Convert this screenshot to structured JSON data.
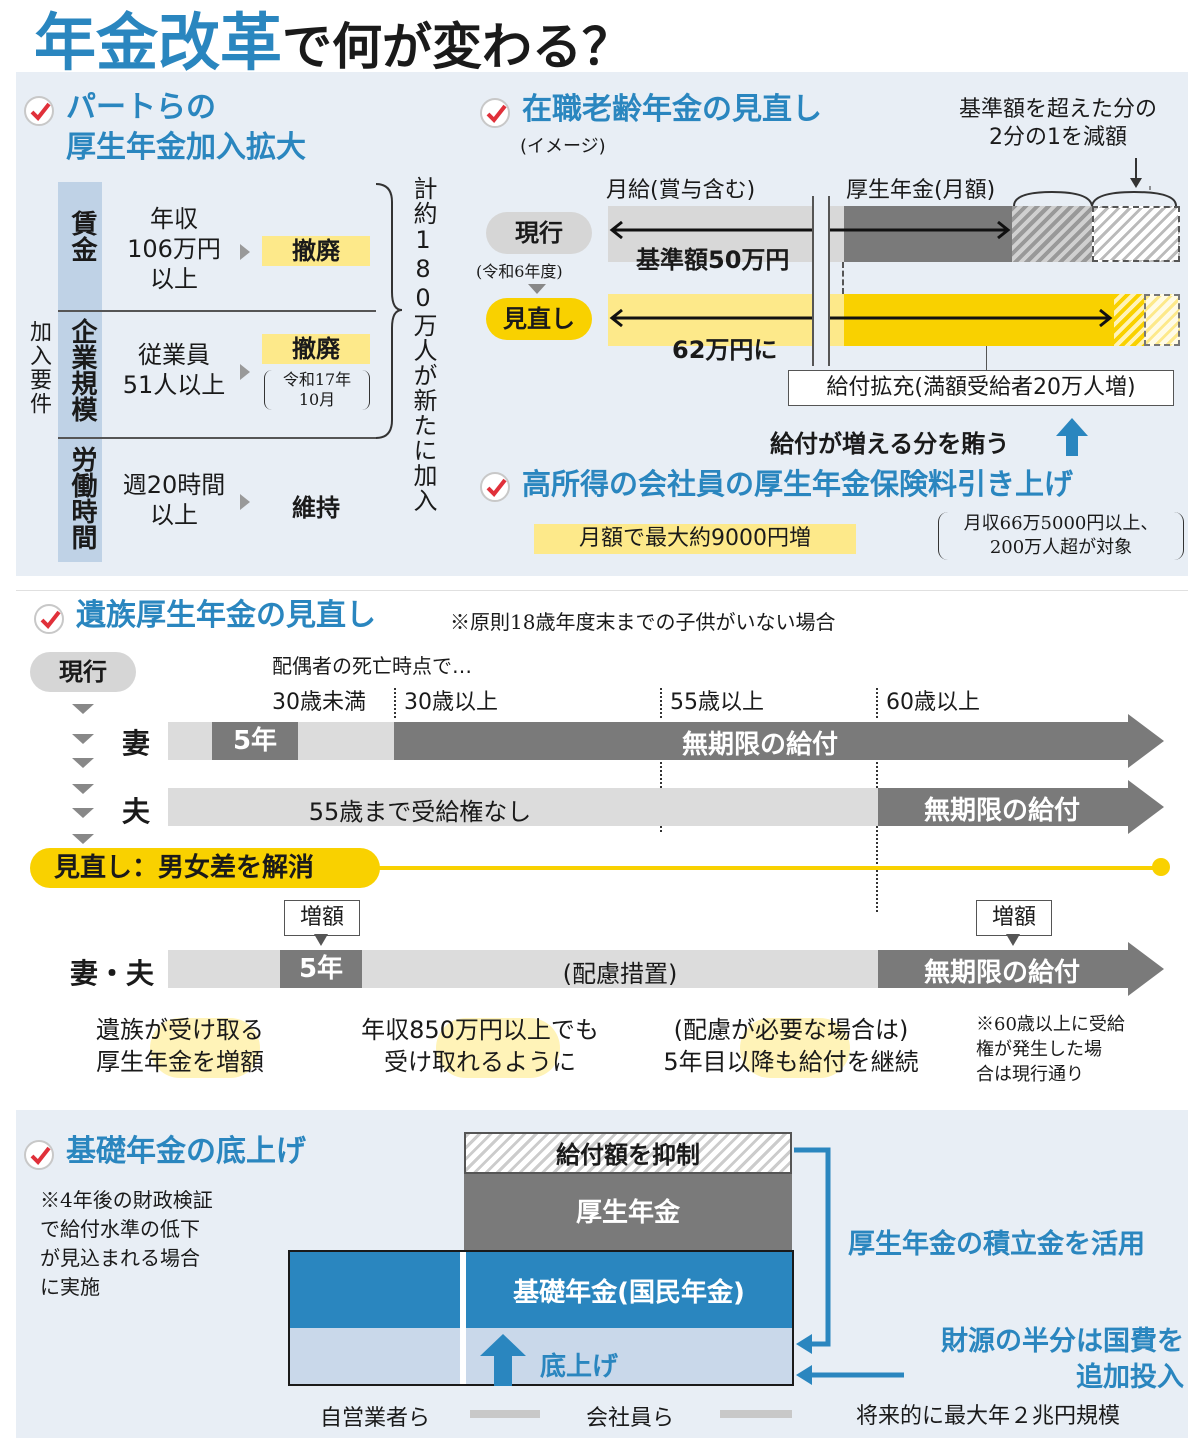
{
  "title": {
    "main": "年金改革",
    "suffix": "で何が変わる？"
  },
  "part": {
    "title1": "パートらの",
    "title2": "厚生年金加入拡大",
    "side_label": "加入要件",
    "rows": [
      {
        "cat": "賃金",
        "cond": "年収\n106万円\n以上",
        "result": "撤廃",
        "note": ""
      },
      {
        "cat": "企業規模",
        "cond": "従業員\n51人以上",
        "result": "撤廃",
        "note": "令和17年\n10月"
      },
      {
        "cat": "労働時間",
        "cond": "週20時間\n以上",
        "result": "維持",
        "note": ""
      }
    ],
    "brace_text": "計約180万人が新たに加入"
  },
  "zaishoku": {
    "title": "在職老齢年金の見直し",
    "sub": "(イメージ)",
    "note": "基準額を超えた分の\n2分の1を減額",
    "label_salary": "月給(賞与含む)",
    "label_pension": "厚生年金(月額)",
    "current": "現行",
    "current_sub": "(令和6年度)",
    "current_bar": "基準額50万円",
    "revised": "見直し",
    "revised_bar": "62万円に",
    "expand": "給付拡充(満額受給者20万人増)",
    "buy": "給付が増える分を賄う"
  },
  "koushotoku": {
    "title": "高所得の会社員の厚生年金保険料引き上げ",
    "hl": "月額で最大約9000円増",
    "note": "月収66万5000円以上、\n200万人超が対象"
  },
  "izoku": {
    "title": "遺族厚生年金の見直し",
    "note": "※原則18歳年度末までの子供がいない場合",
    "current": "現行",
    "death_label": "配偶者の死亡時点で…",
    "ages": [
      "30歳未満",
      "30歳以上",
      "55歳以上",
      "60歳以上"
    ],
    "wife": "妻",
    "husband": "夫",
    "five_years": "5年",
    "unlimited": "無期限の給付",
    "no_right": "55歳まで受給権なし",
    "revised": "見直し：",
    "revised_strong": "男女差を解消",
    "both": "妻・夫",
    "increase": "増額",
    "consideration": "(配慮措置)",
    "foot1": "遺族が受け取る\n厚生年金を増額",
    "foot2": "年収850万円以上でも\n受け取れるように",
    "foot3": "(配慮が必要な場合は)\n5年目以降も給付を継続",
    "foot4": "※60歳以上に受給\n権が発生した場\n合は現行通り"
  },
  "kiso": {
    "title": "基礎年金の底上げ",
    "note": "※4年後の財政検証\nで給付水準の低下\nが見込まれる場合\nに実施",
    "suppress": "給付額を抑制",
    "kousei": "厚生年金",
    "kiso": "基礎年金(国民年金)",
    "raise": "底上げ",
    "self": "自営業者ら",
    "employee": "会社員ら",
    "fund": "厚生年金の積立金を活用",
    "tax": "財源の半分は国費を\n追加投入",
    "future": "将来的に最大年２兆円規模"
  },
  "colors": {
    "accent": "#2a86bf",
    "yellow": "#f9d100",
    "panel": "#e8eef5",
    "check": "#e0303a"
  }
}
